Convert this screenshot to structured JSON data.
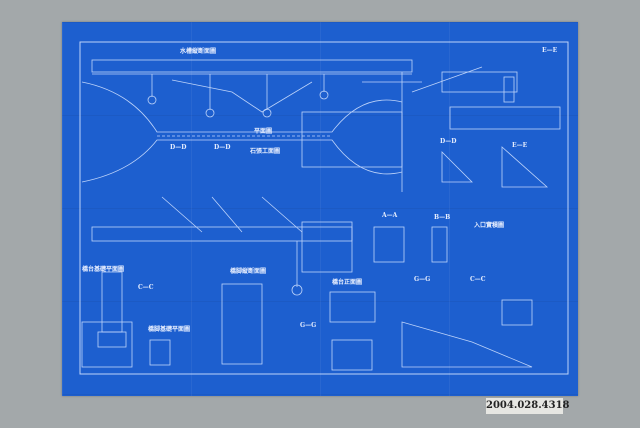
{
  "blueprint": {
    "titles": [
      "水槽縦断面圖",
      "平面圖",
      "石張工面圖",
      "橋脚縦断面圖",
      "橋脚基礎平面圖",
      "橋台正面圖",
      "橋台基礎平面圖",
      "入口實積圖"
    ],
    "section_labels": [
      "E—E",
      "D—D",
      "D—D",
      "A—A",
      "B—B",
      "C—C",
      "G—G",
      "G—G",
      "C—C",
      "D—D",
      "E—E"
    ]
  },
  "catalog_label": "2004.028.4318"
}
